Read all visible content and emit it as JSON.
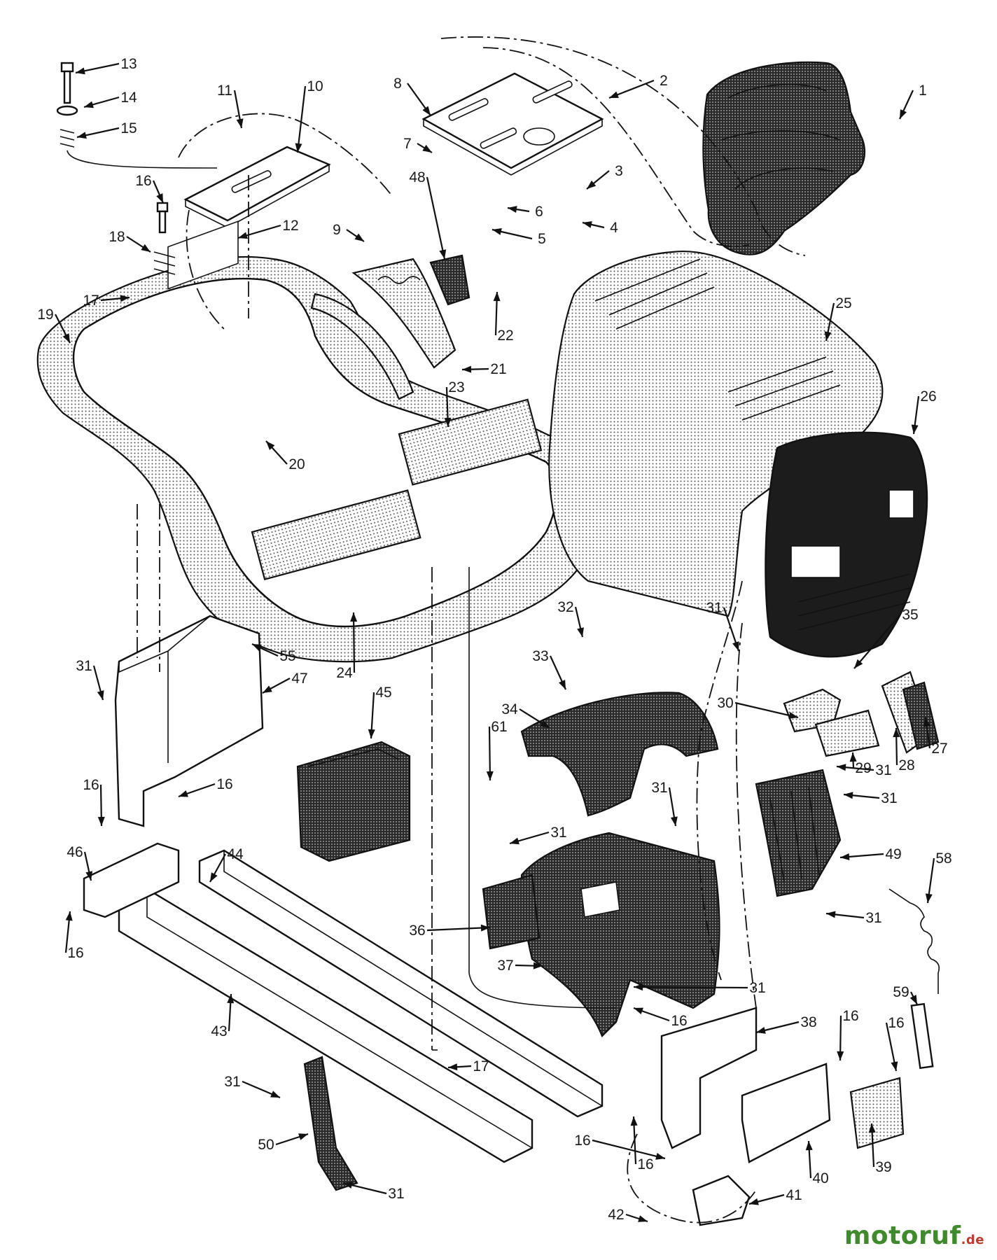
{
  "watermark": {
    "brand": "motoruf",
    "tld": ".de"
  },
  "callouts": [
    {
      "id": "13",
      "text": "13"
    },
    {
      "id": "14",
      "text": "14"
    },
    {
      "id": "15",
      "text": "15"
    },
    {
      "id": "11",
      "text": "11"
    },
    {
      "id": "10",
      "text": "10"
    },
    {
      "id": "8",
      "text": "8"
    },
    {
      "id": "2",
      "text": "2"
    },
    {
      "id": "1",
      "text": "1"
    },
    {
      "id": "7",
      "text": "7"
    },
    {
      "id": "3",
      "text": "3"
    },
    {
      "id": "48",
      "text": "48"
    },
    {
      "id": "16a",
      "text": "16"
    },
    {
      "id": "6",
      "text": "6"
    },
    {
      "id": "4",
      "text": "4"
    },
    {
      "id": "18",
      "text": "18"
    },
    {
      "id": "12",
      "text": "12"
    },
    {
      "id": "9",
      "text": "9"
    },
    {
      "id": "5",
      "text": "5"
    },
    {
      "id": "17a",
      "text": "17"
    },
    {
      "id": "19",
      "text": "19"
    },
    {
      "id": "22",
      "text": "22"
    },
    {
      "id": "25",
      "text": "25"
    },
    {
      "id": "21",
      "text": "21"
    },
    {
      "id": "23",
      "text": "23"
    },
    {
      "id": "26",
      "text": "26"
    },
    {
      "id": "20",
      "text": "20"
    },
    {
      "id": "31a",
      "text": "31"
    },
    {
      "id": "35",
      "text": "35"
    },
    {
      "id": "32",
      "text": "32"
    },
    {
      "id": "55",
      "text": "55"
    },
    {
      "id": "24",
      "text": "24"
    },
    {
      "id": "31b",
      "text": "31"
    },
    {
      "id": "47",
      "text": "47"
    },
    {
      "id": "33",
      "text": "33"
    },
    {
      "id": "30",
      "text": "30"
    },
    {
      "id": "45",
      "text": "45"
    },
    {
      "id": "34",
      "text": "34"
    },
    {
      "id": "61",
      "text": "61"
    },
    {
      "id": "27",
      "text": "27"
    },
    {
      "id": "28",
      "text": "28"
    },
    {
      "id": "29",
      "text": "29"
    },
    {
      "id": "16b",
      "text": "16"
    },
    {
      "id": "16c",
      "text": "16"
    },
    {
      "id": "31c",
      "text": "31"
    },
    {
      "id": "31d",
      "text": "31"
    },
    {
      "id": "31e",
      "text": "31"
    },
    {
      "id": "31f",
      "text": "31"
    },
    {
      "id": "46",
      "text": "46"
    },
    {
      "id": "44",
      "text": "44"
    },
    {
      "id": "49",
      "text": "49"
    },
    {
      "id": "58",
      "text": "58"
    },
    {
      "id": "16d",
      "text": "16"
    },
    {
      "id": "36",
      "text": "36"
    },
    {
      "id": "31g",
      "text": "31"
    },
    {
      "id": "37",
      "text": "37"
    },
    {
      "id": "31h",
      "text": "31"
    },
    {
      "id": "16e",
      "text": "16"
    },
    {
      "id": "43",
      "text": "43"
    },
    {
      "id": "38",
      "text": "38"
    },
    {
      "id": "59",
      "text": "59"
    },
    {
      "id": "16f",
      "text": "16"
    },
    {
      "id": "16g",
      "text": "16"
    },
    {
      "id": "17b",
      "text": "17"
    },
    {
      "id": "31i",
      "text": "31"
    },
    {
      "id": "50",
      "text": "50"
    },
    {
      "id": "16h",
      "text": "16"
    },
    {
      "id": "39",
      "text": "39"
    },
    {
      "id": "40",
      "text": "40"
    },
    {
      "id": "16i",
      "text": "16"
    },
    {
      "id": "31j",
      "text": "31"
    },
    {
      "id": "42",
      "text": "42"
    },
    {
      "id": "41",
      "text": "41"
    }
  ]
}
